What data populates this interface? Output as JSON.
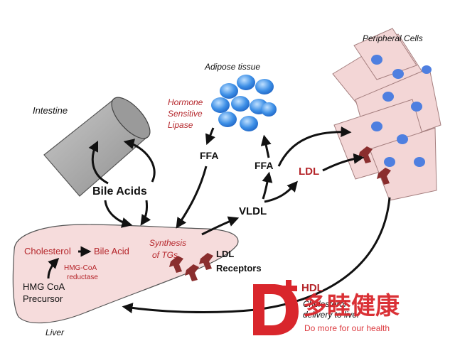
{
  "labels": {
    "intestine": "Intestine",
    "adipose_tissue": "Adipose tissue",
    "peripheral_cells": "Peripheral Cells",
    "hormone_sensitive_lipase": [
      "Hormone",
      "Sensitive",
      "Lipase"
    ],
    "ffa_left": "FFA",
    "ffa_right": "FFA",
    "bile_acids": "Bile Acids",
    "vldl": "VLDL",
    "ldl": "LDL",
    "synthesis_of_tgs": [
      "Synthesis",
      "of TGs"
    ],
    "ldl_receptors": [
      "LDL",
      "Receptors"
    ],
    "cholesterol": "Cholesterol",
    "bile_acid": "Bile Acid",
    "hmg_coa_reductase": [
      "HMG-CoA",
      "reductase"
    ],
    "hmg_coa_precursor": [
      "HMG CoA",
      "Precursor"
    ],
    "liver": "Liver",
    "hdl": "HDL",
    "cholesterol_delivery": [
      "Cholesterol",
      "delivery to liver"
    ]
  },
  "watermark": {
    "brand_cn": "多睦健康",
    "brand_en": "Do more for our health"
  },
  "colors": {
    "liver_fill": "#f6dcdc",
    "cell_fill": "#f3d6d6",
    "nucleus": "#4e7fe0",
    "adipose": "#3d8fe6",
    "receptor": "#8a2e2e",
    "red_text": "#b5262b",
    "watermark_red": "#d9262c",
    "tube": "#a9a9a9"
  }
}
